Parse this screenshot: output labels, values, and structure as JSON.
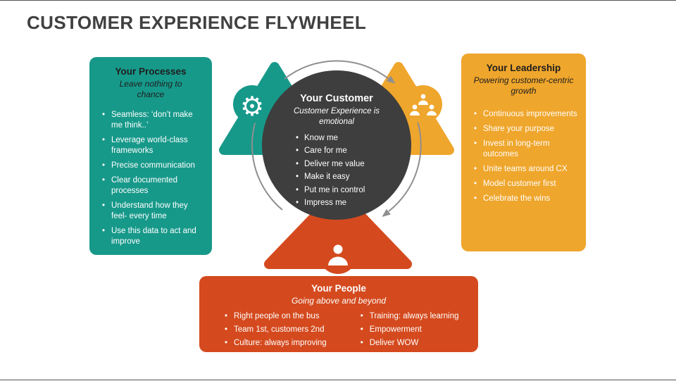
{
  "title": "CUSTOMER EXPERIENCE FLYWHEEL",
  "colors": {
    "teal": "#17998A",
    "yellow": "#EFA62C",
    "red": "#D44A1E",
    "dark_circle": "#3E3E3E",
    "title_text": "#404040",
    "arrow_gray": "#8F8F8F"
  },
  "center": {
    "title": "Your Customer",
    "subtitle": "Customer Experience is emotional",
    "bullets": [
      "Know me",
      "Care for me",
      "Deliver me value",
      "Make it easy",
      "Put me in control",
      "Impress me"
    ]
  },
  "panels": {
    "processes": {
      "title": "Your Processes",
      "subtitle": "Leave nothing to chance",
      "bullets": [
        "Seamless: ‘don’t make me think..’",
        "Leverage world-class frameworks",
        "Precise communication",
        "Clear documented processes",
        "Understand how they feel- every time",
        "Use this data to act and improve"
      ]
    },
    "leadership": {
      "title": "Your Leadership",
      "subtitle": "Powering customer-centric growth",
      "bullets": [
        "Continuous improvements",
        "Share your purpose",
        "Invest in long-term outcomes",
        "Unite teams around CX",
        "Model customer first",
        "Celebrate the wins"
      ]
    },
    "people": {
      "title": "Your People",
      "subtitle": "Going above and beyond",
      "left": [
        "Right people on the bus",
        "Team 1st, customers 2nd",
        "Culture: always improving"
      ],
      "right": [
        "Training: always learning",
        "Empowerment",
        "Deliver WOW"
      ]
    }
  },
  "icons": {
    "gear": "gear-icon",
    "team": "team-icon",
    "person": "person-icon"
  }
}
